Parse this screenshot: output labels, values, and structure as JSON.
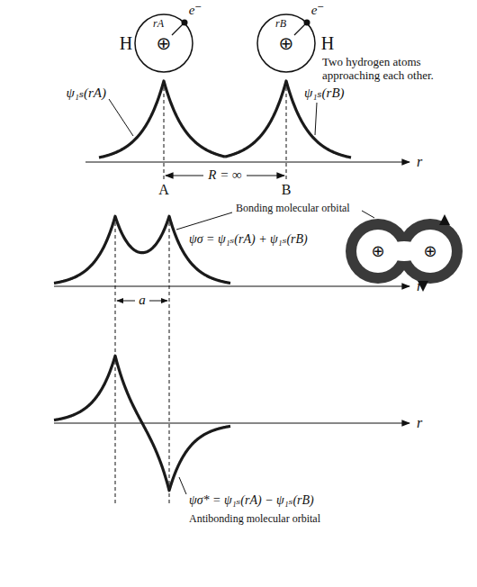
{
  "diagram": {
    "labels": [
      "H",
      "rA",
      "e⁻",
      "⊕",
      "rB",
      "e⁻",
      "⊕",
      "H",
      "Two hydrogen atoms approaching each other.",
      "ψ₁ₛ(rA)",
      "ψ₁ₛ(rB)",
      "r",
      "A",
      "R = ∞",
      "B",
      "Bonding molecular orbital",
      "ψσ = ψ₁ₛ(rA) + ψ₁ₛ(rB)",
      "⊕",
      "⊕",
      "r",
      "a",
      "r",
      "ψσ* = ψ₁ₛ(rA) − ψ₁ₛ(rB)",
      "Antibonding molecular orbital"
    ]
  }
}
